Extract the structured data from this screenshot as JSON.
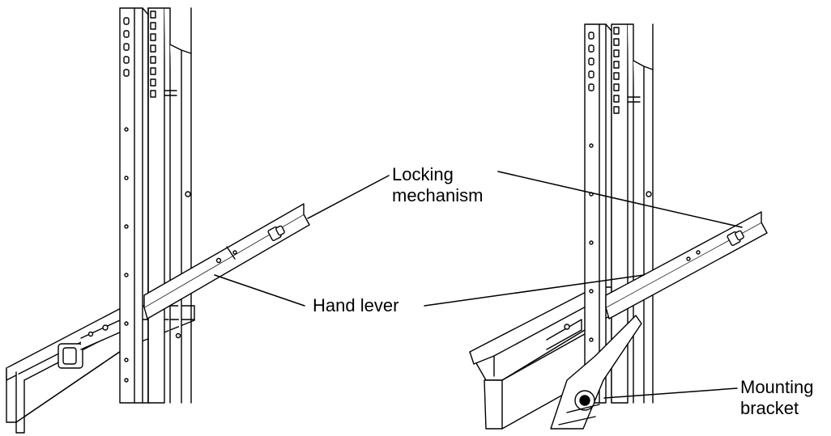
{
  "labels": {
    "locking_line1": "Locking",
    "locking_line2": "mechanism",
    "hand_lever": "Hand lever",
    "mounting_line1": "Mounting",
    "mounting_line2": "bracket"
  },
  "style": {
    "ink": "#000000",
    "background": "#ffffff",
    "fill": "#ffffff"
  }
}
